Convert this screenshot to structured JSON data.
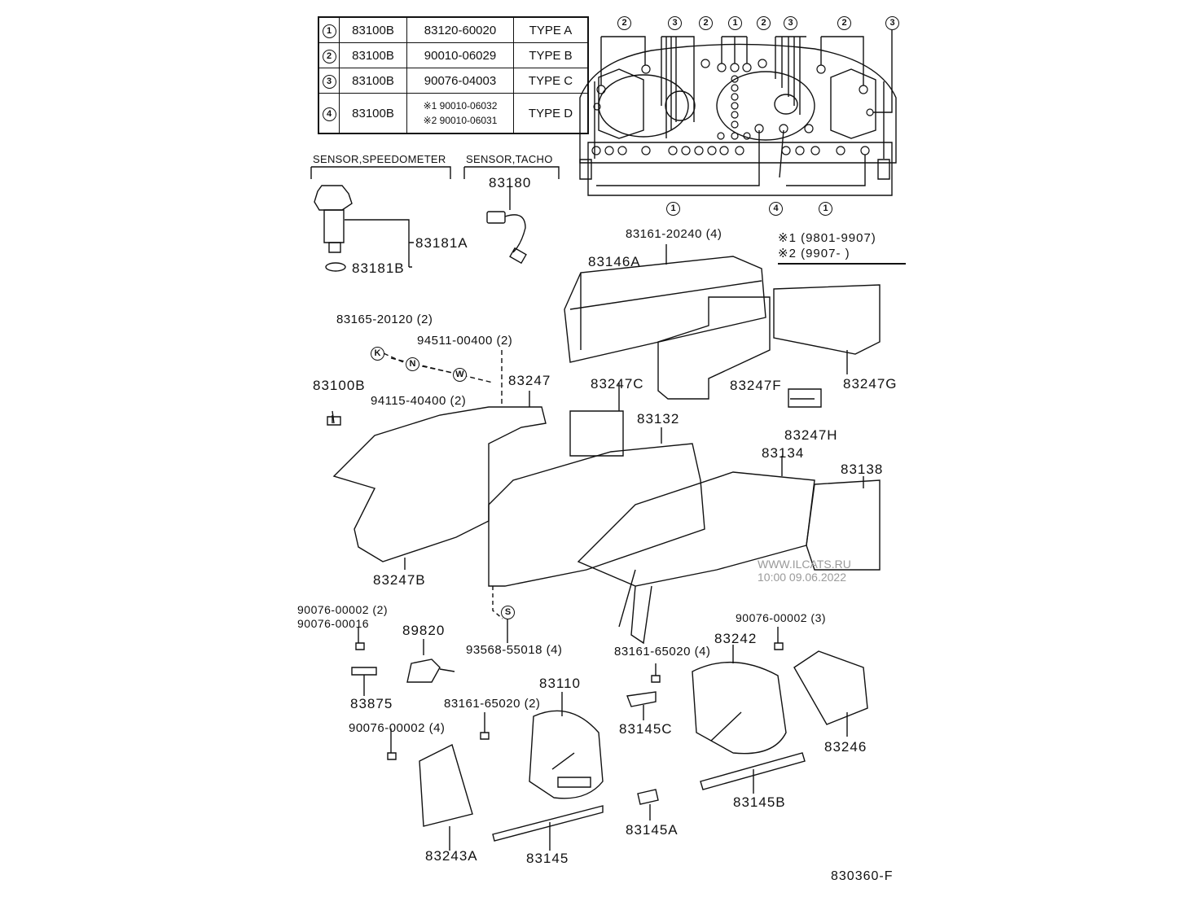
{
  "legend_table": {
    "rows": [
      {
        "marker": "1",
        "part": "83100B",
        "number_lines": [
          "83120-60020"
        ],
        "type": "TYPE A"
      },
      {
        "marker": "2",
        "part": "83100B",
        "number_lines": [
          "90010-06029"
        ],
        "type": "TYPE B"
      },
      {
        "marker": "3",
        "part": "83100B",
        "number_lines": [
          "90076-04003"
        ],
        "type": "TYPE C"
      },
      {
        "marker": "4",
        "part": "83100B",
        "number_lines": [
          "※1 90010-06032",
          "※2 90010-06031"
        ],
        "type": "TYPE D"
      }
    ]
  },
  "bulb_location_callouts": {
    "top": [
      "2",
      "3",
      "2",
      "1",
      "2",
      "3",
      "2",
      "3"
    ],
    "bottom": [
      "1",
      "4",
      "1"
    ]
  },
  "date_note": {
    "line1": "※1 (9801-9907)",
    "line2": "※2 (9907-       )"
  },
  "sections": {
    "speedometer_sensor": "SENSOR,SPEEDOMETER",
    "tacho_sensor": "SENSOR,TACHO"
  },
  "part_labels": {
    "p83180": "83180",
    "p83181A": "83181A",
    "p83181B": "83181B",
    "p83161_20240": "83161-20240 (4)",
    "p83146A": "83146A",
    "p83165_20120": "83165-20120 (2)",
    "p94511_00400": "94511-00400 (2)",
    "p94115_40400": "94115-40400 (2)",
    "p83100B": "83100B",
    "p83247": "83247",
    "p83247C": "83247C",
    "p83247F": "83247F",
    "p83247G": "83247G",
    "p83247H": "83247H",
    "p83132": "83132",
    "p83134": "83134",
    "p83138": "83138",
    "p83247B": "83247B",
    "p90076_00002_2": "90076-00002 (2)",
    "p90076_00016": "90076-00016",
    "p89820": "89820",
    "p93568_55018": "93568-55018 (4)",
    "p83875": "83875",
    "p83161_65020_2": "83161-65020 (2)",
    "p83110": "83110",
    "p83161_65020_4": "83161-65020 (4)",
    "p83242": "83242",
    "p90076_00002_3": "90076-00002 (3)",
    "p83145C": "83145C",
    "p83246": "83246",
    "p90076_00002_4": "90076-00002 (4)",
    "p83243A": "83243A",
    "p83145": "83145",
    "p83145A": "83145A",
    "p83145B": "83145B"
  },
  "fastener_callouts": {
    "k": "K",
    "n": "N",
    "w": "W",
    "s": "S"
  },
  "watermark": {
    "line1": "WWW.ILCATS.RU",
    "line2": "10:00 09.06.2022"
  },
  "diagram_code": "830360-F"
}
